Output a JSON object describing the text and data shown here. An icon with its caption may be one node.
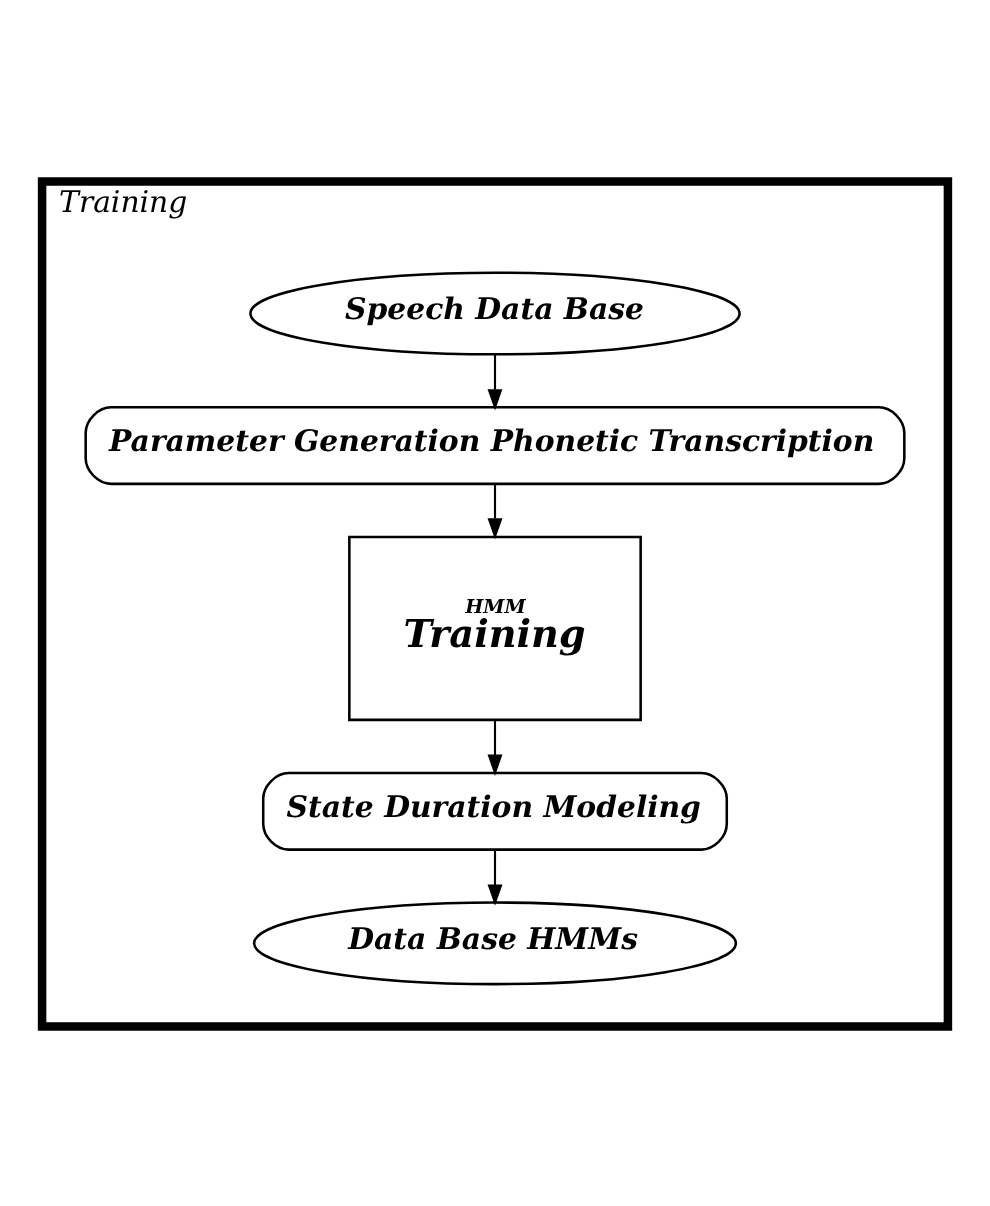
{
  "diagram": {
    "nodes": [
      {
        "text": [
          "Training"
        ]
      },
      {
        "text": [
          "Speech Data Base"
        ],
        "in": 0
      },
      {
        "text": [
          "Parameter Generation Phonetic Transcription"
        ],
        "in": 0
      },
      {
        "text": [
          "HMM",
          "Training"
        ],
        "in": 0
      },
      {
        "text": [
          "State Duration Modeling"
        ],
        "in": 0
      },
      {
        "text": [
          "Data Base HMMs"
        ],
        "in": 0
      }
    ],
    "edges": [
      {
        "from": 1,
        "to": 2,
        "arrow": "to"
      },
      {
        "from": 2,
        "to": 3,
        "arrow": "to"
      },
      {
        "from": 3,
        "to": 4,
        "arrow": "to"
      },
      {
        "from": 4,
        "to": 5,
        "arrow": "to"
      }
    ]
  }
}
